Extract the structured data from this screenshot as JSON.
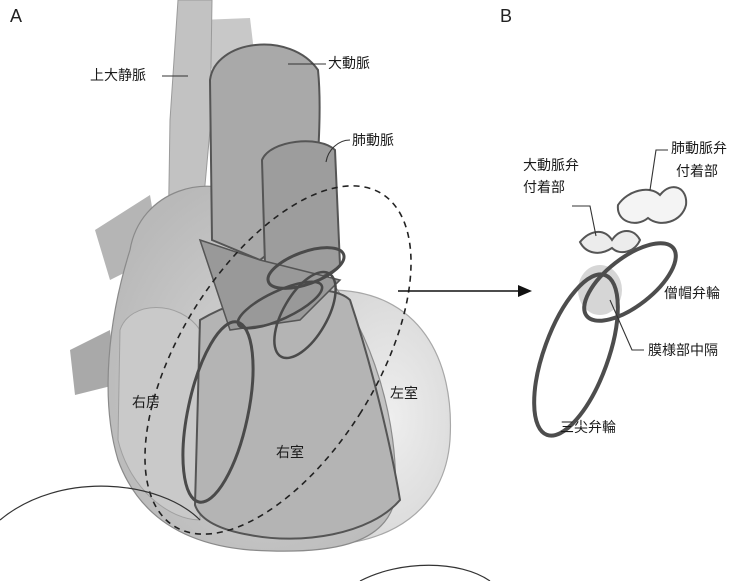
{
  "panels": {
    "a": "A",
    "b": "B"
  },
  "labels": {
    "svc": "上大静脈",
    "aorta": "大動脈",
    "pulmonary_artery": "肺動脈",
    "right_atrium": "右房",
    "right_ventricle": "右室",
    "left_ventricle": "左室",
    "aortic_valve_line1": "大動脈弁",
    "aortic_valve_line2": "付着部",
    "pulmonary_valve_line1": "肺動脈弁",
    "pulmonary_valve_line2": "付着部",
    "mitral_annulus": "僧帽弁輪",
    "membranous_septum": "膜様部中隔",
    "tricuspid_annulus": "三尖弁輪"
  }
}
